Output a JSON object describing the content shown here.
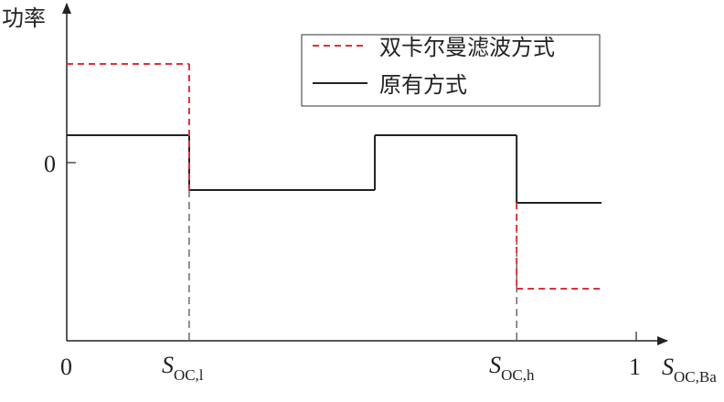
{
  "chart_data": {
    "type": "line",
    "title": "",
    "ylabel": "功率",
    "xlabel_main": "S",
    "xlabel_sub": "OC,Ba",
    "x_ticks": [
      {
        "value": 0,
        "label": "0"
      },
      {
        "value": 1,
        "label": "1"
      }
    ],
    "x_markers": [
      {
        "value": 0.215,
        "main": "S",
        "sub": "OC,l"
      },
      {
        "value": 0.79,
        "main": "S",
        "sub": "OC,h"
      }
    ],
    "y_ticks": [
      {
        "value": 0,
        "label": "0"
      }
    ],
    "xlim": [
      0,
      1.05
    ],
    "ylim": [
      -1.95,
      1.76
    ],
    "legend_position": "top-right",
    "series": [
      {
        "name": "双卡尔曼滤波方式",
        "color": "#e0303a",
        "style": "dashed",
        "x": [
          0,
          0.215,
          0.215,
          0.79,
          0.79,
          0.939
        ],
        "y": [
          1.08,
          1.08,
          -0.3,
          -0.44,
          -1.38,
          -1.38
        ],
        "segments_drawn": [
          [
            0,
            1
          ],
          [
            1,
            2
          ],
          [
            3,
            4
          ],
          [
            4,
            5
          ]
        ]
      },
      {
        "name": "原有方式",
        "color": "#222222",
        "style": "solid",
        "x": [
          0,
          0.215,
          0.215,
          0.541,
          0.541,
          0.79,
          0.79,
          0.939
        ],
        "y": [
          0.3,
          0.3,
          -0.3,
          -0.3,
          0.3,
          0.3,
          -0.44,
          -0.44
        ]
      }
    ]
  }
}
